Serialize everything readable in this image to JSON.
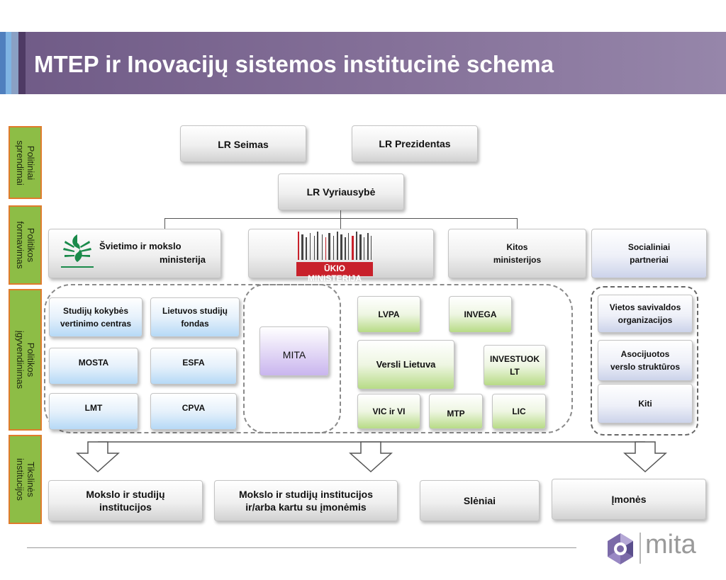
{
  "title": "MTEP ir Inovacijų sistemos institucinė schema",
  "side_labels": {
    "politiniai": "Politiniai\nsprendimai",
    "formavimas": "Politikos\nformavimas",
    "igyvendinimas": "Politikos\nįgyvendinimas",
    "tikslines": "Tikslinės\ninstitucijos"
  },
  "top": {
    "seimas": "LR  Seimas",
    "prezidentas": "LR  Prezidentas",
    "vyriausybe": "LR Vyriausybė"
  },
  "ministries": {
    "smm_line1": "Švietimo ir mokslo",
    "smm_line2": "ministerija",
    "ukio_logo": "ŪKIO MINISTERIJA",
    "kitos": "Kitos\nministerijos",
    "socialiniai": "Socialiniai\npartneriai"
  },
  "implementation": {
    "skvc": "Studijų kokybės\nvertinimo centras",
    "lsf": "Lietuvos studijų\nfondas",
    "mosta": "MOSTA",
    "esfa": "ESFA",
    "lmt": "LMT",
    "cpva": "CPVA",
    "mita": "MITA",
    "lvpa": "LVPA",
    "invega": "INVEGA",
    "versli": "Versli Lietuva",
    "investuok": "INVESTUOK\nLT",
    "vic": "VIC ir VI",
    "mtp": "MTP",
    "lic": "LIC",
    "vietos": "Vietos savivaldos\norganizacijos",
    "asocijuotos": "Asocijuotos\nverslo struktūros",
    "kiti": "Kiti"
  },
  "targets": {
    "mokslo": "Mokslo ir studijų\ninstitucijos",
    "mokslo_imones": "Mokslo ir studijų institucijos\nir/arba kartu su įmonėmis",
    "sleniai": "Slėniai",
    "imones": "Įmonės"
  },
  "logo": {
    "brand": "mita"
  },
  "colors": {
    "title_bar": "#7b6891",
    "side_label": "#8dbd46",
    "side_border": "#e07b2c",
    "mita_box": "#c9b5ee"
  }
}
